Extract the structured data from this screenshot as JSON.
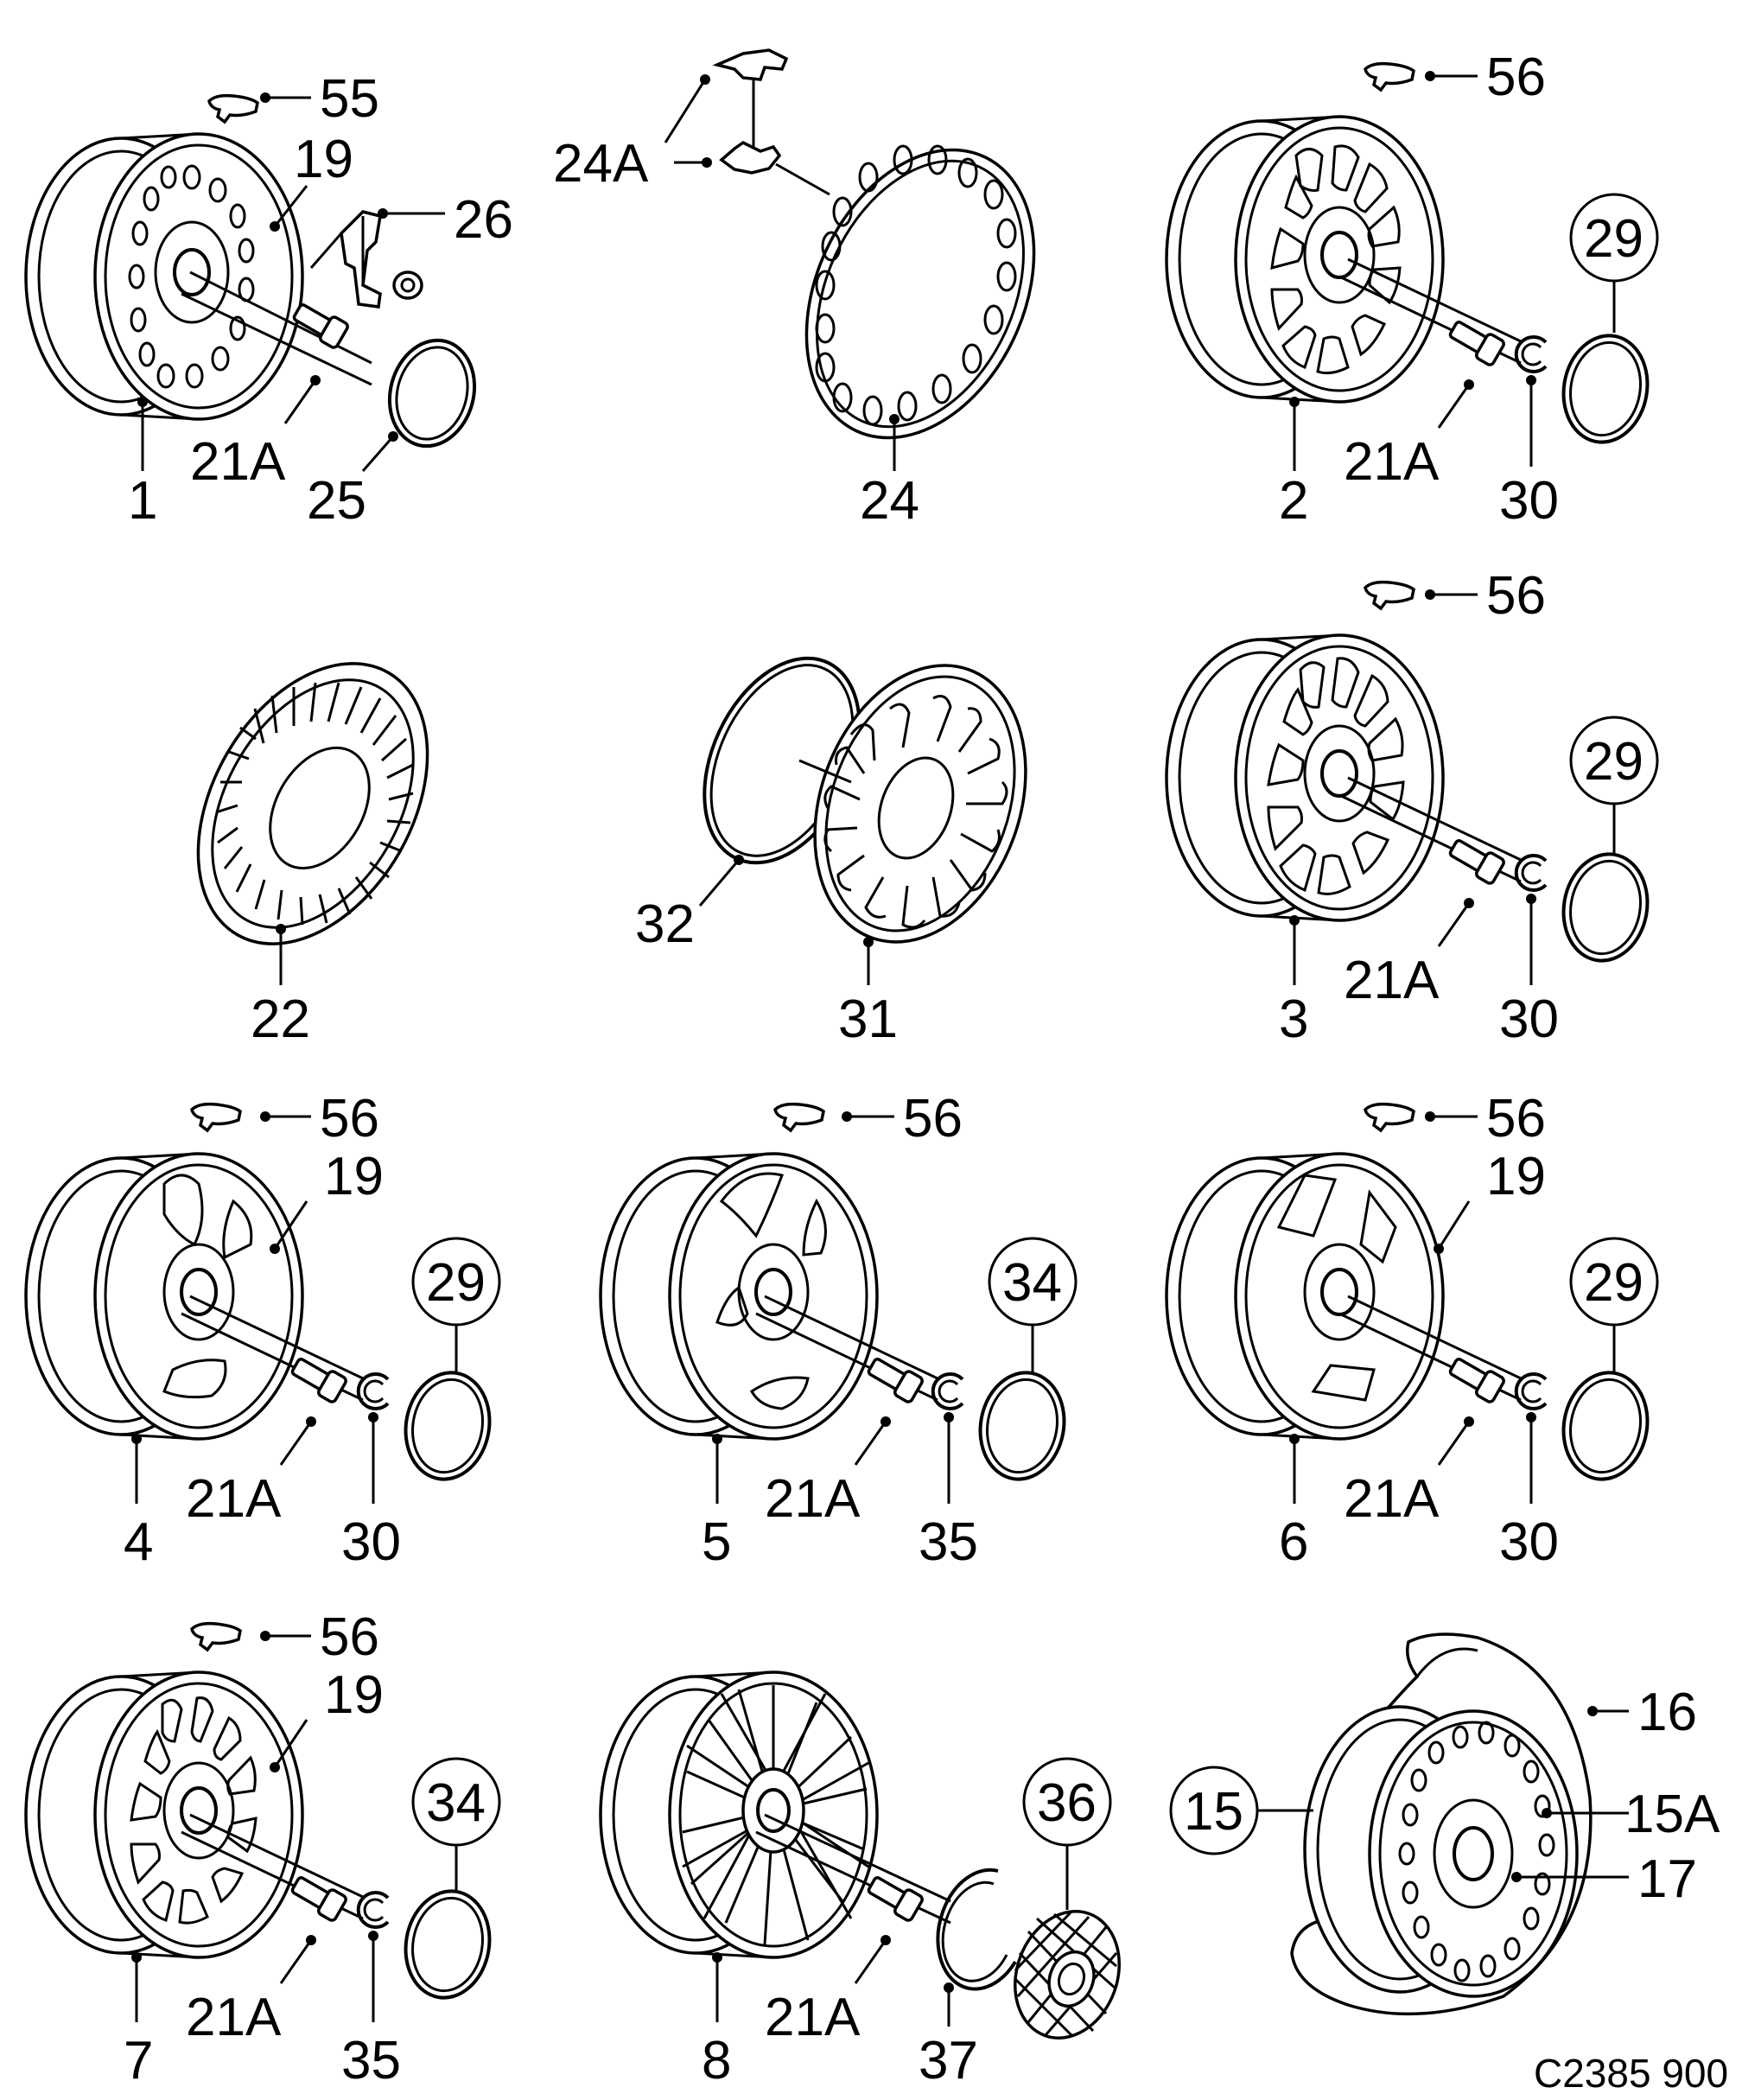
{
  "figure_code": "C2385 900",
  "callouts": {
    "c1": "1",
    "c2": "2",
    "c3": "3",
    "c4": "4",
    "c5": "5",
    "c6": "6",
    "c7": "7",
    "c8": "8",
    "c15": "15",
    "c15A": "15A",
    "c16": "16",
    "c17": "17",
    "c19": "19",
    "c21A": "21A",
    "c22": "22",
    "c24": "24",
    "c24A": "24A",
    "c25": "25",
    "c26": "26",
    "c29": "29",
    "c30": "30",
    "c31": "31",
    "c32": "32",
    "c34": "34",
    "c35": "35",
    "c36": "36",
    "c37": "37",
    "c55": "55",
    "c56": "56"
  }
}
